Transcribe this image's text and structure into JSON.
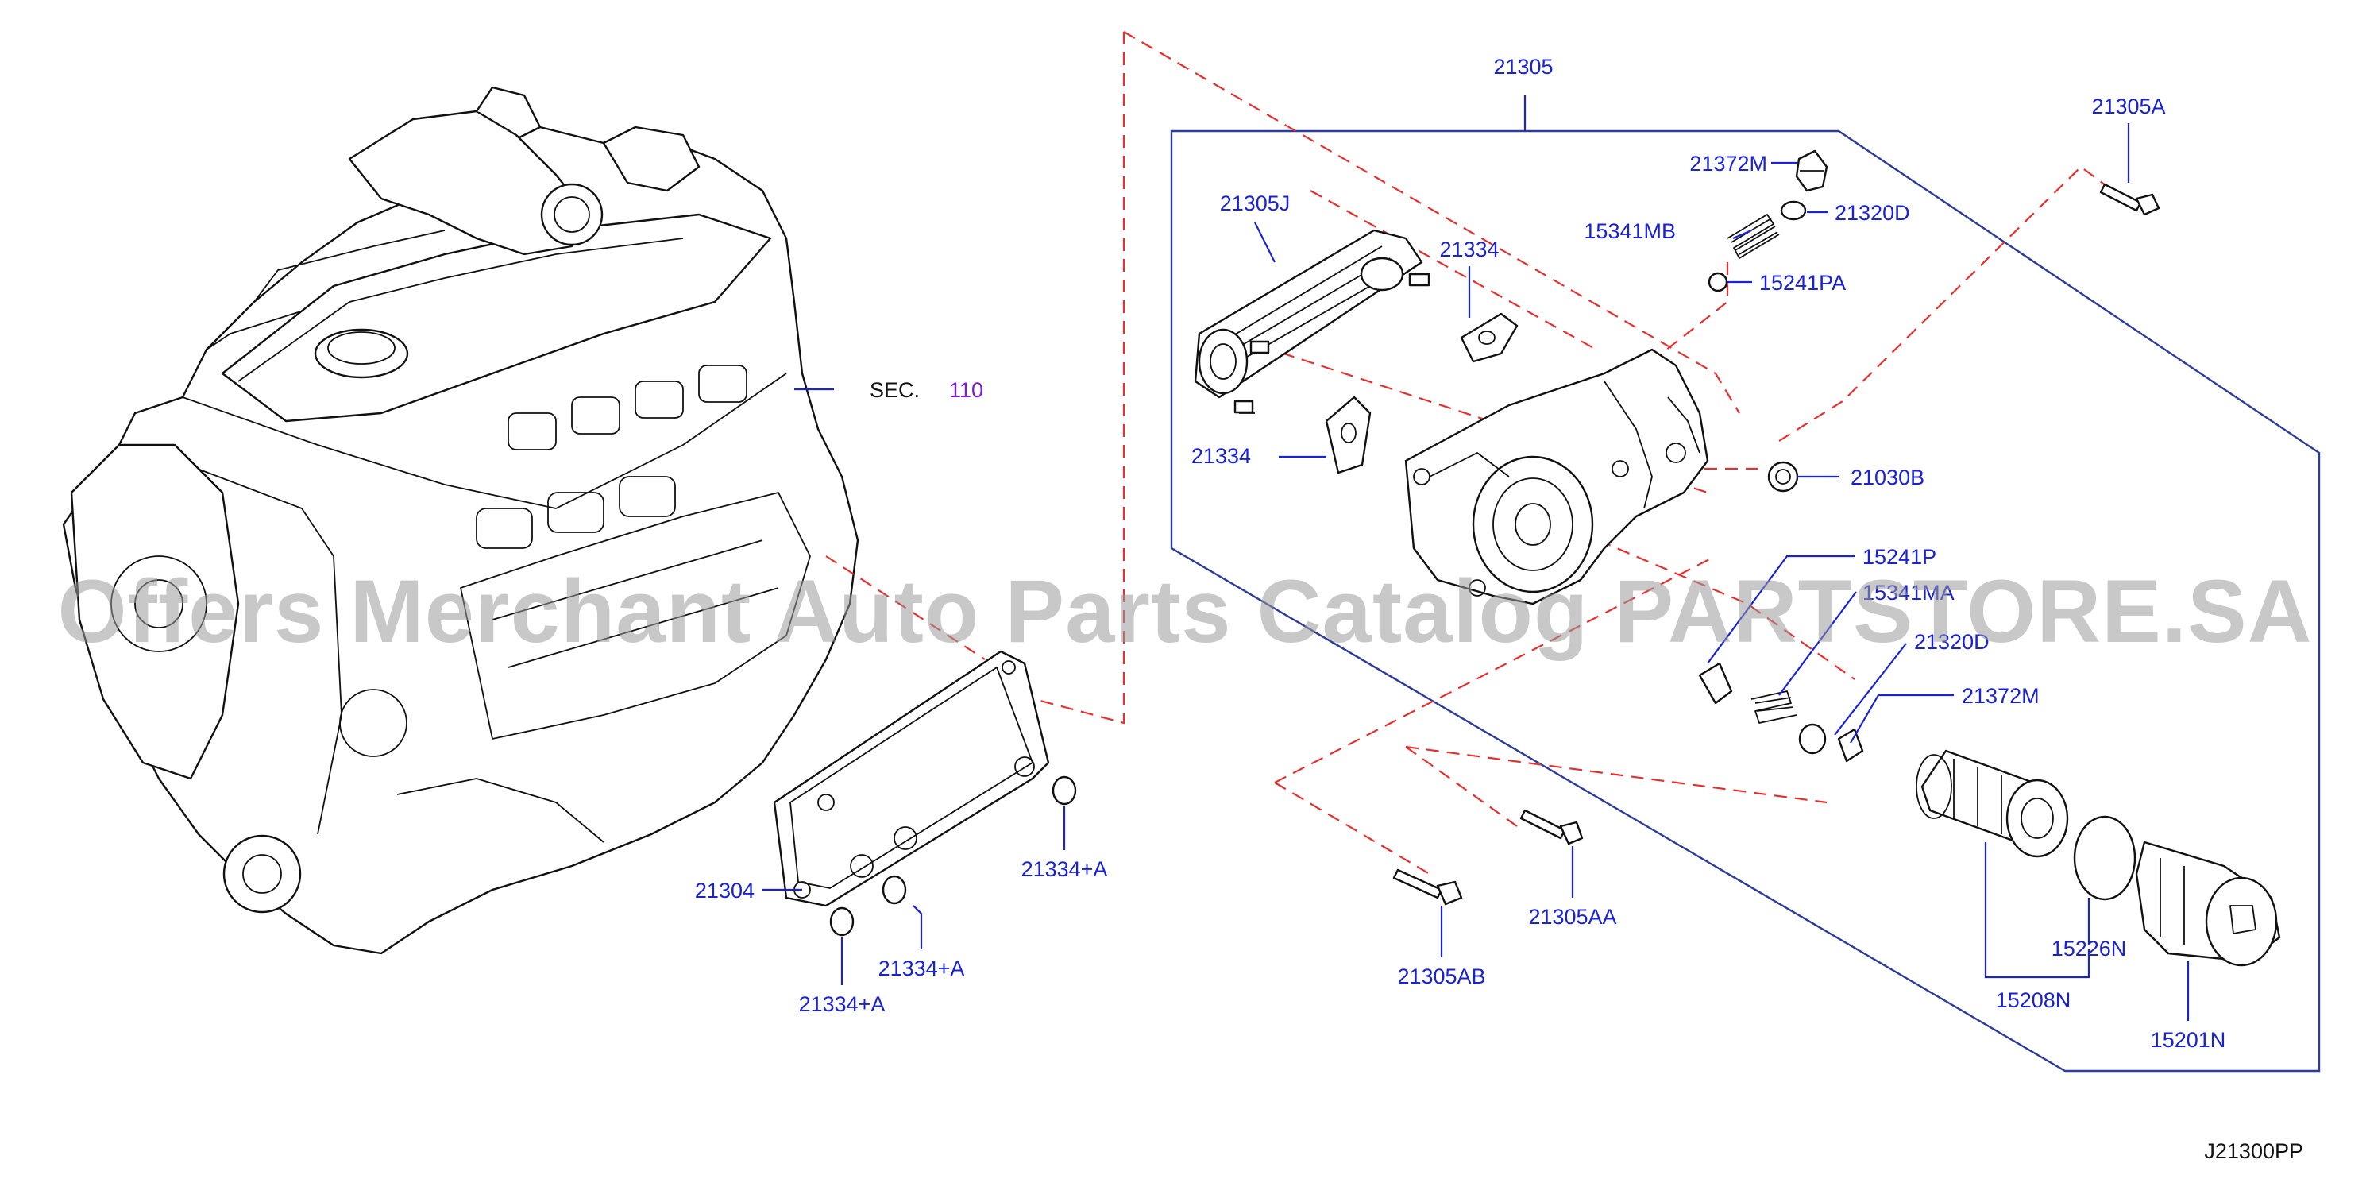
{
  "diagram": {
    "watermark": "Offers Merchant Auto Parts Catalog PARTSTORE.SA",
    "figure_code": "J21300PP",
    "section_ref": {
      "prefix": "SEC.",
      "number": "110"
    },
    "callouts": {
      "c21305": "21305",
      "c21305A": "21305A",
      "c21372M_top": "21372M",
      "c21320D_top": "21320D",
      "c15341MB": "15341MB",
      "c15241PA": "15241PA",
      "c21305J": "21305J",
      "c21334_top": "21334",
      "c21334_left": "21334",
      "c21030B": "21030B",
      "c15241P": "15241P",
      "c15341MA": "15341MA",
      "c21320D_low": "21320D",
      "c21372M_low": "21372M",
      "c21304": "21304",
      "c21334A_1": "21334+A",
      "c21334A_2": "21334+A",
      "c21334A_3": "21334+A",
      "c21305AA": "21305AA",
      "c21305AB": "21305AB",
      "c15226N": "15226N",
      "c15208N": "15208N",
      "c15201N": "15201N"
    },
    "colors": {
      "callout_text": "#1a22d8",
      "frame_line": "#2d3b9a",
      "dashed_leader": "#e53030",
      "section_number": "#7b1fd6",
      "line_art": "#111111"
    }
  }
}
